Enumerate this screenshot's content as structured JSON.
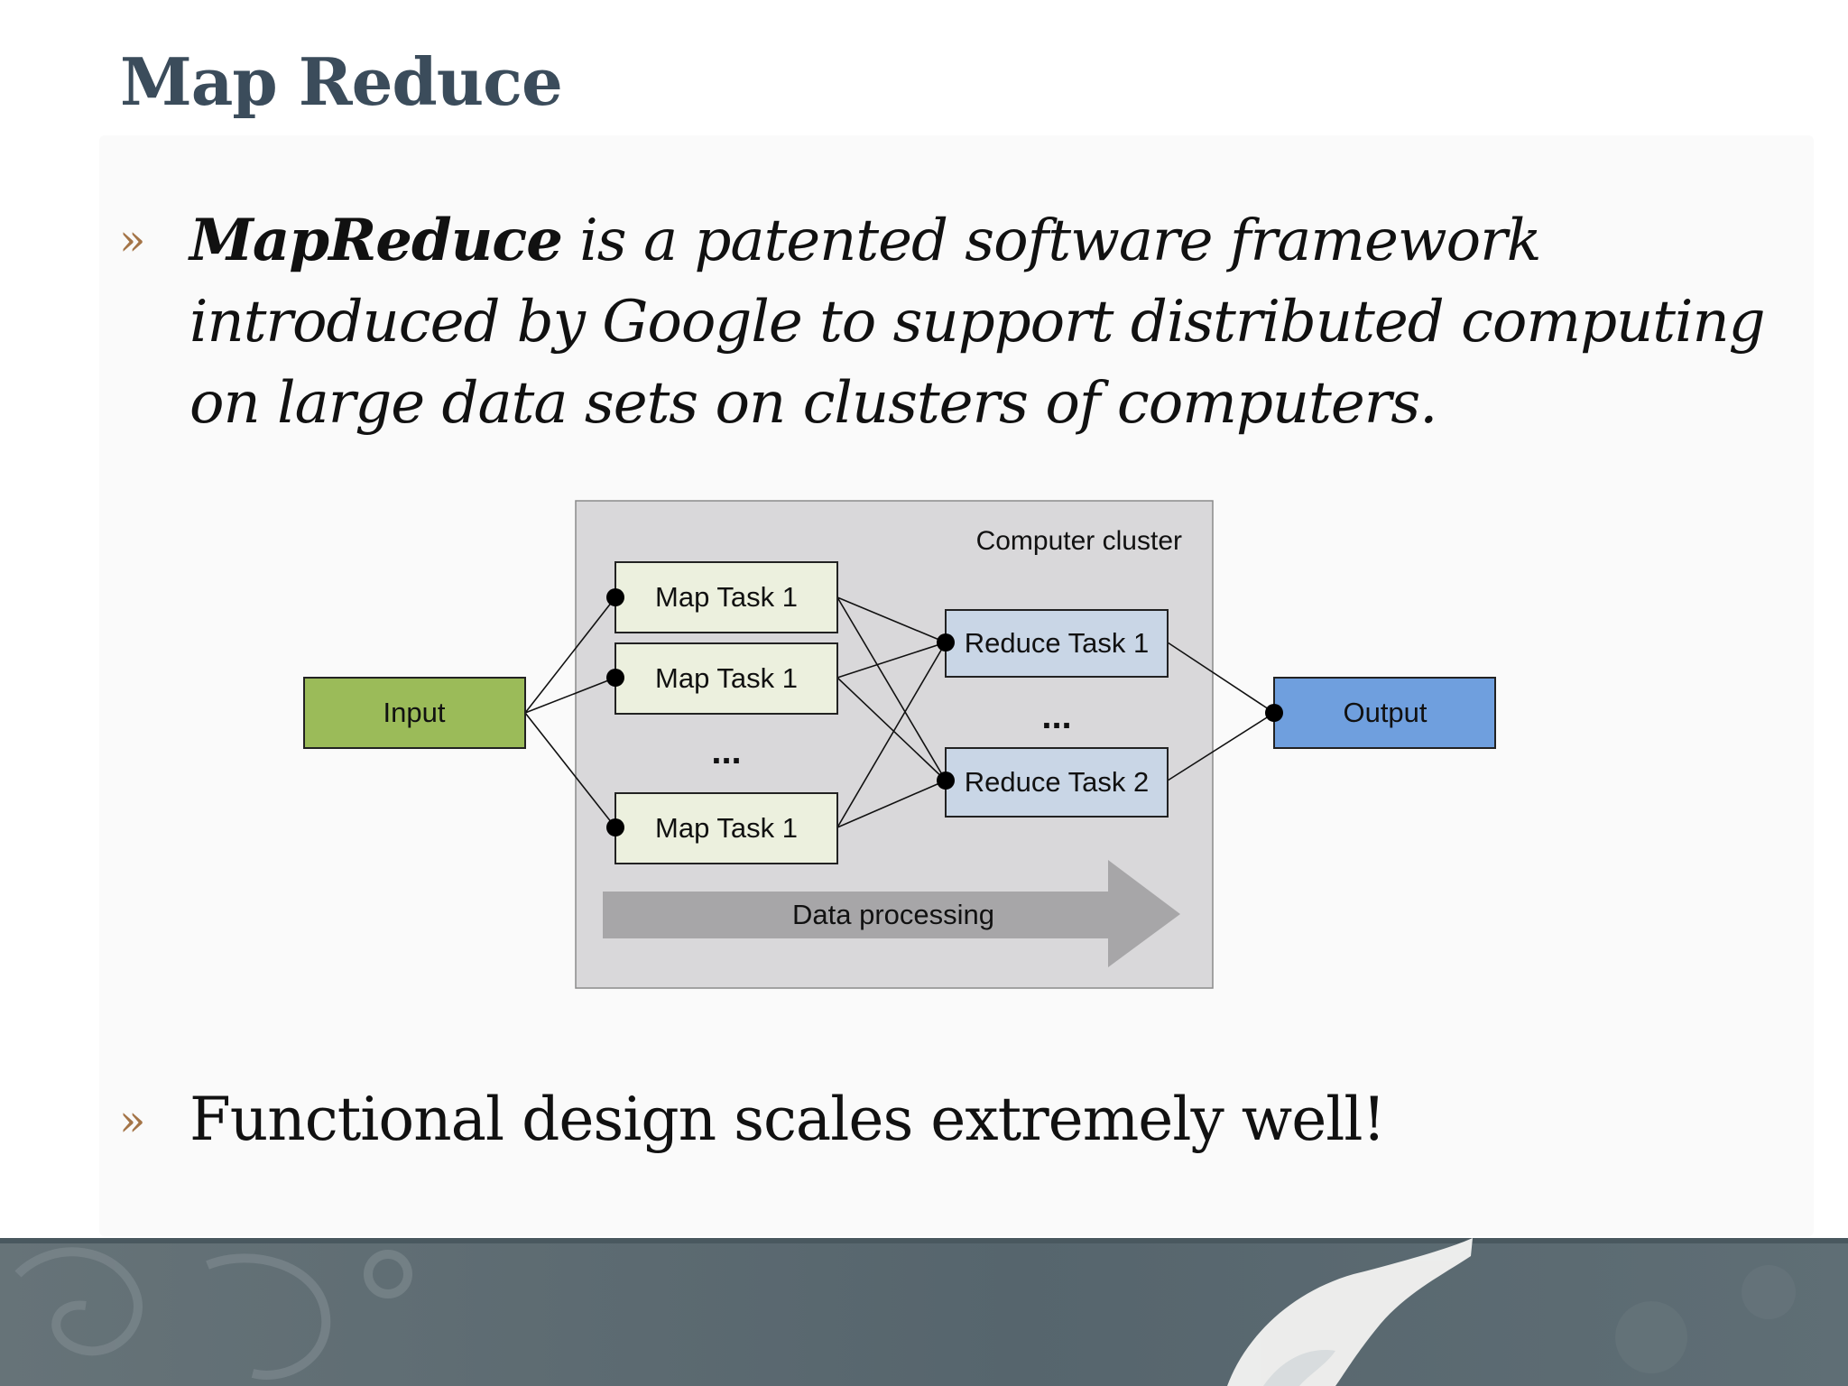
{
  "slide": {
    "title": "Map Reduce"
  },
  "bullets": [
    {
      "marker": "»",
      "term": "MapReduce",
      "text": " is a patented software framework introduced by Google to support distributed computing on large data sets on clusters of computers."
    },
    {
      "marker": "»",
      "text": "Functional design scales extremely well!"
    }
  ],
  "diagram": {
    "cluster_label": "Computer cluster",
    "input_label": "Input",
    "output_label": "Output",
    "map_tasks": [
      "Map Task 1",
      "Map Task 1",
      "Map Task 1"
    ],
    "reduce_tasks": [
      "Reduce Task 1",
      "Reduce Task 2"
    ],
    "ellipsis": "...",
    "arrow_label": "Data processing",
    "colors": {
      "input_fill": "#9bbb59",
      "output_fill": "#6f9fde",
      "map_fill": "#ecf0de",
      "reduce_fill": "#c9d6e6",
      "cluster_fill": "#d9d8da",
      "arrow_fill": "#a7a6a8"
    }
  },
  "theme": {
    "title_color": "#3b4c5b",
    "marker_color": "#a47447",
    "footer_color": "#56656d"
  }
}
